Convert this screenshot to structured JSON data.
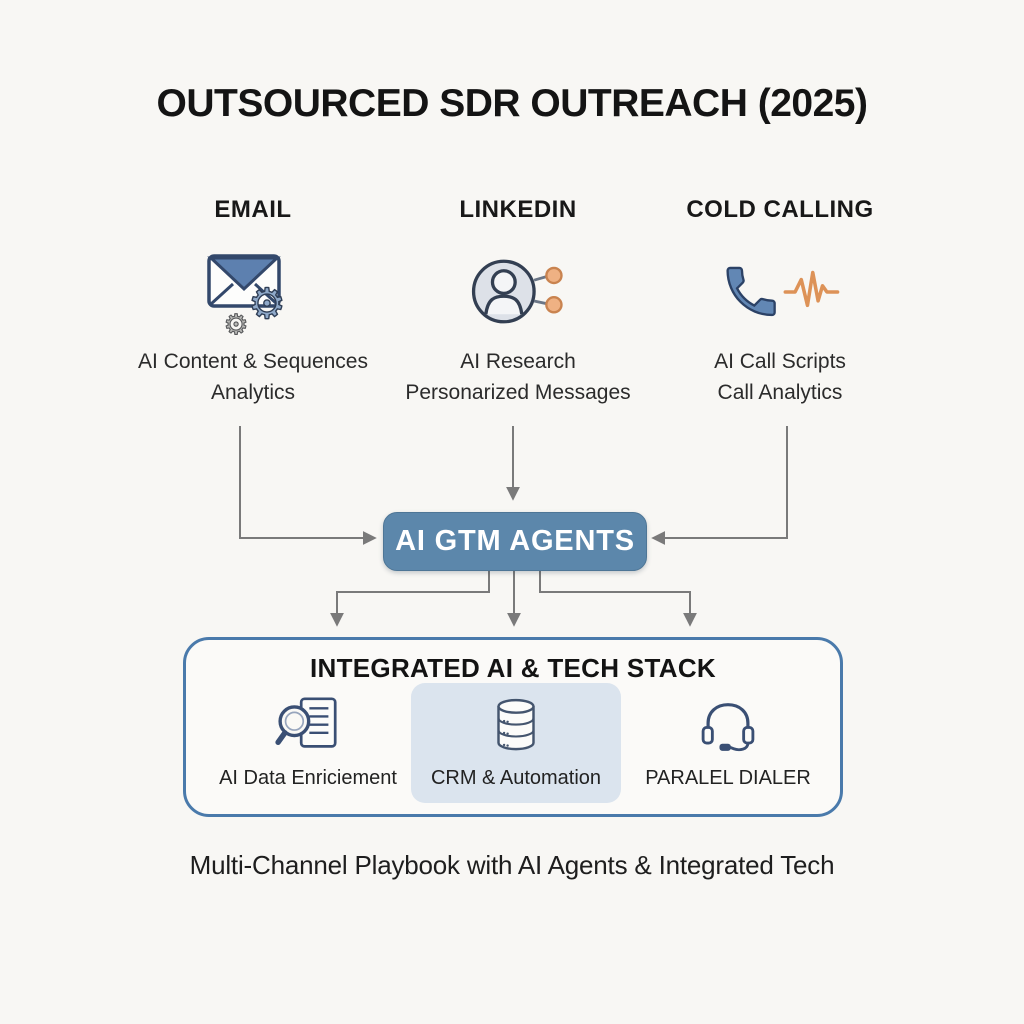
{
  "title": "OUTSOURCED SDR OUTREACH (2025)",
  "channels": [
    {
      "name": "EMAIL",
      "line1": "AI Content & Sequences",
      "line2": "Analytics"
    },
    {
      "name": "LINKEDIN",
      "line1": "AI Research",
      "line2": "Personarized Messages"
    },
    {
      "name": "COLD CALLING",
      "line1": "AI Call Scripts",
      "line2": "Call Analytics"
    }
  ],
  "hub": {
    "label": "AI GTM AGENTS"
  },
  "stack": {
    "title": "INTEGRATED AI & TECH STACK",
    "items": [
      {
        "label": "AI Data Enriciement",
        "icon": "search-document-icon",
        "highlighted": false
      },
      {
        "label": "CRM & Automation",
        "icon": "database-icon",
        "highlighted": true
      },
      {
        "label": "PARALEL DIALER",
        "icon": "headset-icon",
        "highlighted": false
      }
    ]
  },
  "caption": "Multi-Channel Playbook with AI Agents & Integrated Tech",
  "icons": {
    "gear_glyph": "⚙"
  },
  "colors": {
    "background": "#f8f7f4",
    "hub_blue": "#5c87ab",
    "stack_border": "#4a7aab",
    "highlight_bg": "#dbe4ee",
    "arrow_gray": "#7a7a7a",
    "accent_orange": "#e09a64",
    "icon_navy": "#33486b",
    "icon_blue": "#5d80af"
  }
}
